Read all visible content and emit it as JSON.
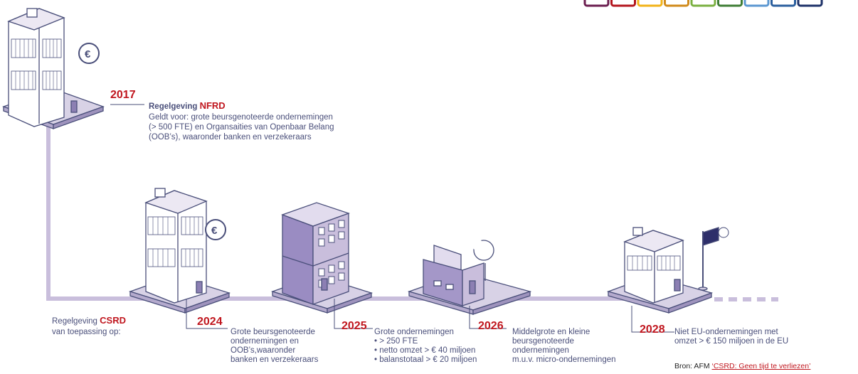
{
  "palette": [
    "#6b1d4f",
    "#b4161e",
    "#f2b318",
    "#d08a1a",
    "#7ab040",
    "#3f7d35",
    "#5b97d1",
    "#2b5f9e",
    "#1d3168"
  ],
  "events": {
    "y2017": {
      "year": "2017",
      "prefix": "Regelgeving ",
      "name": "NFRD",
      "lines": [
        "Geldt voor: grote beursgenoteerde ondernemingen",
        "(> 500 FTE) en Organsaities van Openbaar Belang",
        "(OOB’s), waaronder banken en verzekeraars"
      ]
    },
    "csrd_intro": {
      "prefix": "Regelgeving ",
      "name": "CSRD",
      "line2": "van toepassing op:"
    },
    "y2024": {
      "year": "2024",
      "lines": [
        "Grote beursgenoteerde",
        "ondernemingen en",
        "OOB’s,waaronder",
        "banken en verzekeraars"
      ]
    },
    "y2025": {
      "year": "2025",
      "line1": "Grote ondernemingen",
      "bullets": [
        "> 250 FTE",
        "netto omzet  > € 40 miljoen",
        "balanstotaal > € 20 miljoen"
      ]
    },
    "y2026": {
      "year": "2026",
      "lines": [
        "Middelgrote en kleine",
        "beursgenoteerde",
        "ondernemingen",
        "m.u.v. micro-ondernemingen"
      ]
    },
    "y2028": {
      "year": "2028",
      "lines": [
        "Niet EU-ondernemingen met",
        "omzet > € 150 miljoen in de EU"
      ]
    }
  },
  "source": {
    "prefix": "Bron: AFM ",
    "link": "‘CSRD: Geen tijd te verliezen’"
  }
}
